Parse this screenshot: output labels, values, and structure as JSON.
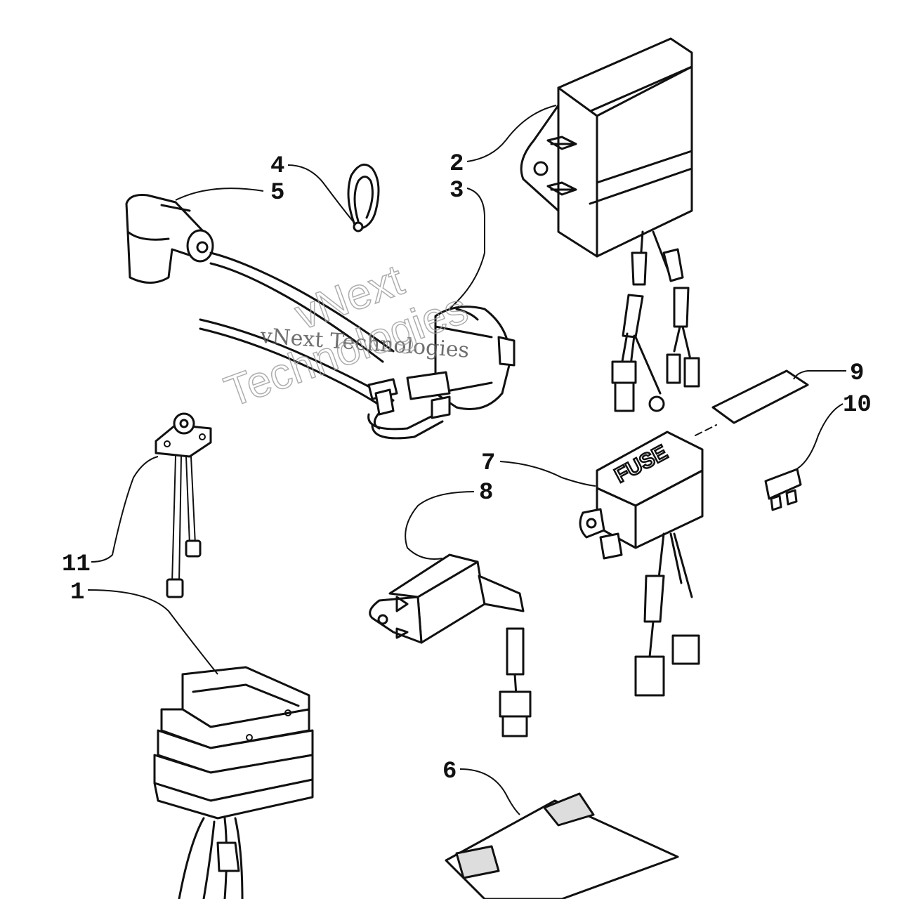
{
  "diagram": {
    "callouts": {
      "c1": "1",
      "c2": "2",
      "c3": "3",
      "c4": "4",
      "c5": "5",
      "c6": "6",
      "c7": "7",
      "c8": "8",
      "c9": "9",
      "c10": "10",
      "c11": "11"
    },
    "fuse_box_label": "FUSE",
    "watermark": {
      "line1": "vNext Technologies",
      "line2a": "vNext",
      "line2b": "Technologies"
    }
  }
}
